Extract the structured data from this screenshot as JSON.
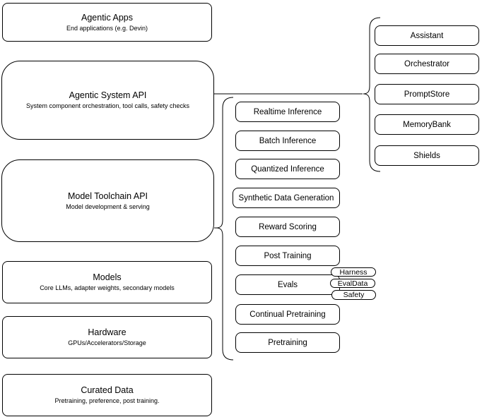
{
  "diagram": {
    "left_stack": [
      {
        "title": "Agentic Apps",
        "subtitle": "End applications (e.g. Devin)"
      },
      {
        "title": "Agentic System API",
        "subtitle": "System component orchestration, tool calls, safety checks"
      },
      {
        "title": "Model Toolchain API",
        "subtitle": "Model development & serving"
      },
      {
        "title": "Models",
        "subtitle": "Core LLMs, adapter weights, secondary models"
      },
      {
        "title": "Hardware",
        "subtitle": "GPUs/Accelerators/Storage"
      },
      {
        "title": "Curated Data",
        "subtitle": "Pretraining, preference, post training."
      }
    ],
    "toolchain_items": [
      "Realtime Inference",
      "Batch Inference",
      "Quantized Inference",
      "Synthetic Data Generation",
      "Reward Scoring",
      "Post Training",
      "Evals",
      "Continual Pretraining",
      "Pretraining"
    ],
    "evals_tags": [
      "Harness",
      "EvalData",
      "Safety"
    ],
    "system_components": [
      "Assistant",
      "Orchestrator",
      "PromptStore",
      "MemoryBank",
      "Shields"
    ],
    "colors": {
      "stroke": "#000000",
      "fill": "#ffffff",
      "background": "#ffffff",
      "text": "#000000"
    }
  }
}
